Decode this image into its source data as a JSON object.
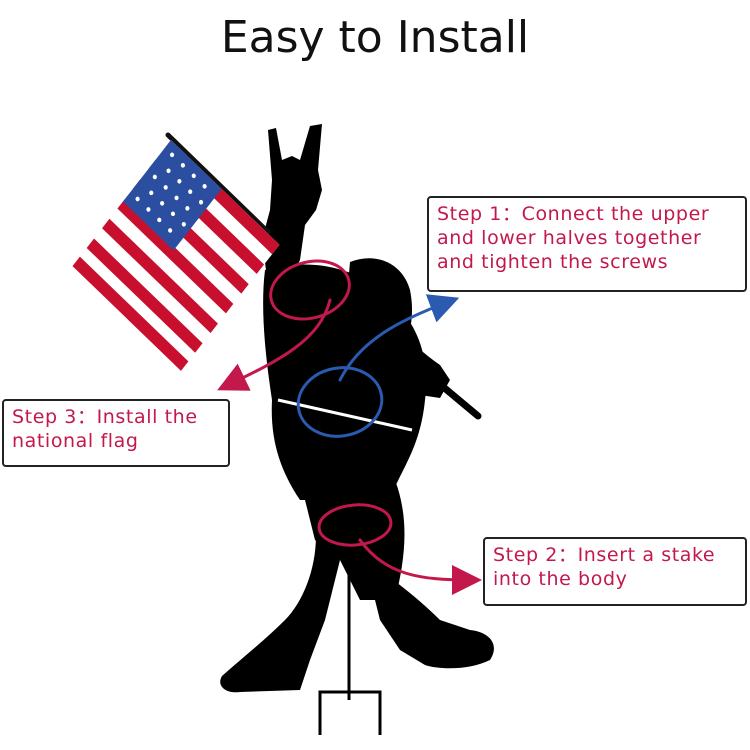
{
  "title": "Easy to Install",
  "steps": {
    "step1": {
      "line1": "Step 1：Connect the upper",
      "line2": "and lower halves together",
      "line3": "and tighten the screws"
    },
    "step2": {
      "line1": "Step 2：Insert a stake",
      "line2": "into the body"
    },
    "step3": {
      "line1": "Step 3：Install the",
      "line2": "national flag"
    }
  },
  "colors": {
    "accent_red": "#c2184b",
    "accent_blue": "#2a5bb0",
    "silhouette": "#000000",
    "flag_blue": "#2b4ea0",
    "flag_red": "#c8102e"
  },
  "icons": [
    "bigfoot-silhouette",
    "american-flag-icon",
    "ground-stake-icon",
    "arrow-icon"
  ]
}
